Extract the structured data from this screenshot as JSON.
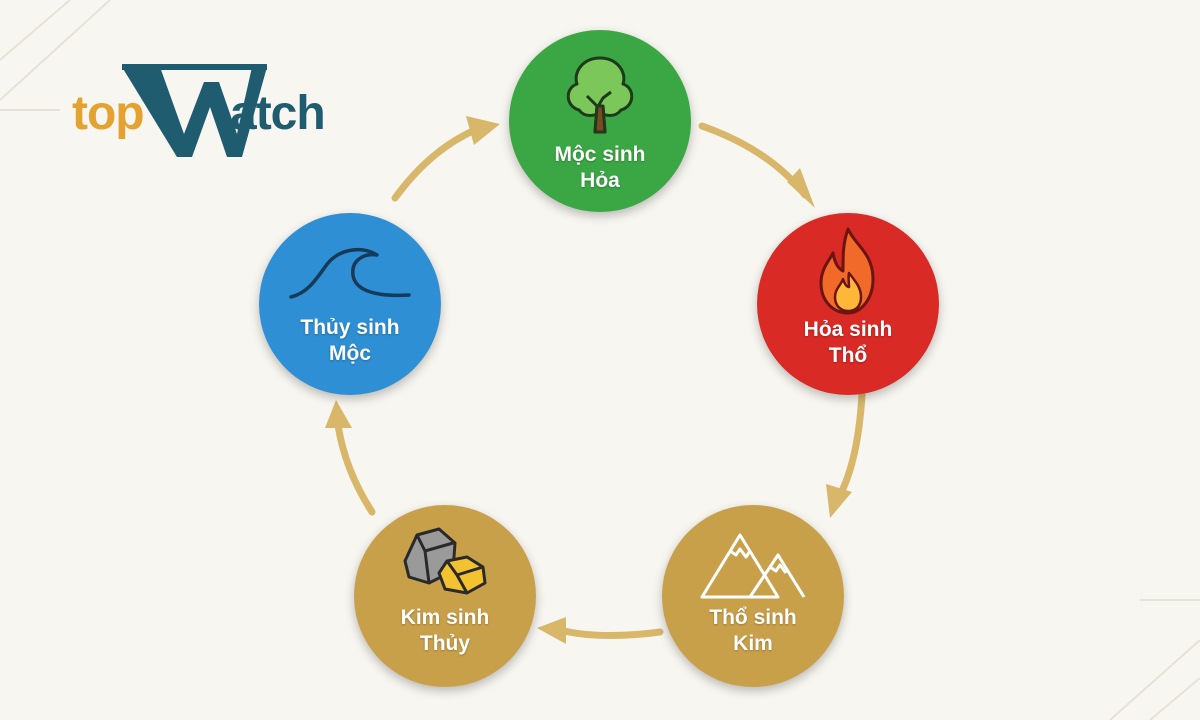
{
  "logo": {
    "part1": "top",
    "part2": "W",
    "part3": "atch",
    "colors": {
      "orange": "#e4a230",
      "teal": "#1f5c6f"
    }
  },
  "cycle": {
    "nodes": [
      {
        "id": "wood",
        "line1": "Mộc sinh",
        "line2": "Hỏa",
        "color": "#3aa744",
        "icon": "tree-icon"
      },
      {
        "id": "fire",
        "line1": "Hỏa sinh",
        "line2": "Thổ",
        "color": "#d92a26",
        "icon": "fire-icon"
      },
      {
        "id": "earth",
        "line1": "Thổ sinh",
        "line2": "Kim",
        "color": "#c9a04a",
        "icon": "mountain-icon"
      },
      {
        "id": "metal",
        "line1": "Kim sinh",
        "line2": "Thủy",
        "color": "#c9a04a",
        "icon": "rock-icon"
      },
      {
        "id": "water",
        "line1": "Thủy sinh",
        "line2": "Mộc",
        "color": "#2e8fd4",
        "icon": "wave-icon"
      }
    ],
    "arrow_color": "#d8b76a"
  }
}
